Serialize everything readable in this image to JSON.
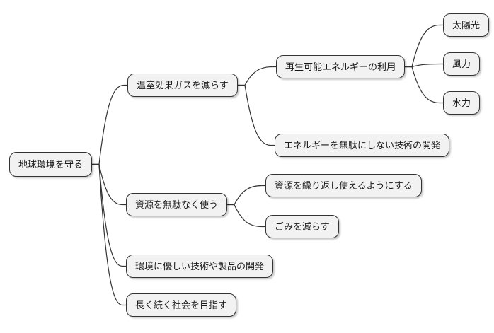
{
  "diagram": {
    "type": "mindmap",
    "root": {
      "label": "地球環境を守る",
      "children": [
        {
          "label": "温室効果ガスを減らす",
          "children": [
            {
              "label": "再生可能エネルギーの利用",
              "children": [
                {
                  "label": "太陽光",
                  "children": []
                },
                {
                  "label": "風力",
                  "children": []
                },
                {
                  "label": "水力",
                  "children": []
                }
              ]
            },
            {
              "label": "エネルギーを無駄にしない技術の開発",
              "children": []
            }
          ]
        },
        {
          "label": "資源を無駄なく使う",
          "children": [
            {
              "label": "資源を繰り返し使えるようにする",
              "children": []
            },
            {
              "label": "ごみを減らす",
              "children": []
            }
          ]
        },
        {
          "label": "環境に優しい技術や製品の開発",
          "children": []
        },
        {
          "label": "長く続く社会を目指す",
          "children": []
        }
      ]
    }
  },
  "style": {
    "node_fill": "#f2f2f2",
    "node_border": "#333333",
    "edge_color": "#333333",
    "text_color": "#1a1a1a",
    "background": "#ffffff"
  }
}
